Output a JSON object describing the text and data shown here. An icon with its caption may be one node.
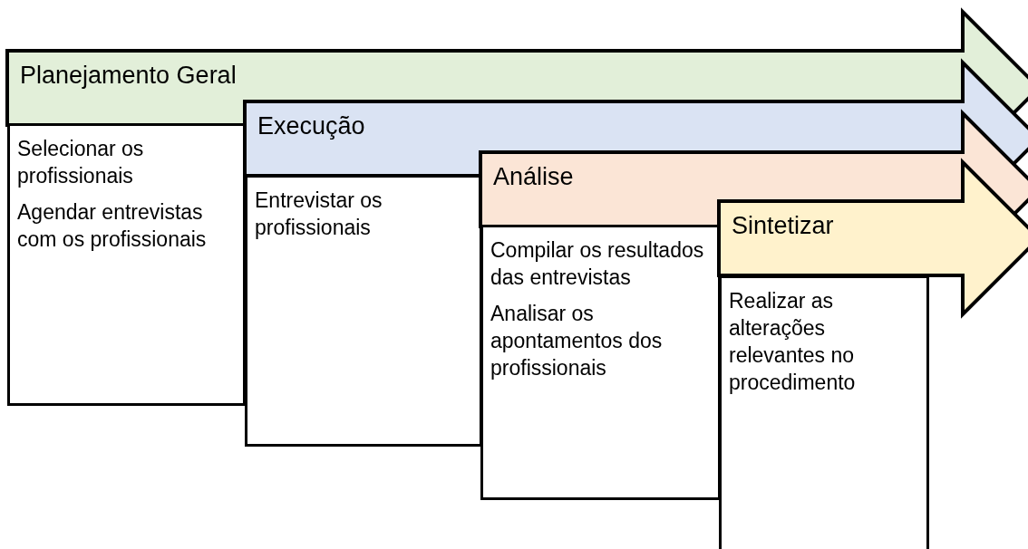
{
  "diagram": {
    "nodes": [
      {
        "text": [
          "Planejamento Geral"
        ]
      },
      {
        "text": [
          "Selecionar os profissionais",
          "Agendar entrevistas com os profissionais"
        ]
      },
      {
        "text": [
          "Execução"
        ]
      },
      {
        "text": [
          "Entrevistar os profissionais"
        ]
      },
      {
        "text": [
          "Análise"
        ]
      },
      {
        "text": [
          "Compilar os resultados das entrevistas",
          "Analisar os apontamentos dos profissionais"
        ]
      },
      {
        "text": [
          "Sintetizar"
        ]
      },
      {
        "text": [
          "Realizar as alterações relevantes no procedimento"
        ]
      }
    ]
  }
}
